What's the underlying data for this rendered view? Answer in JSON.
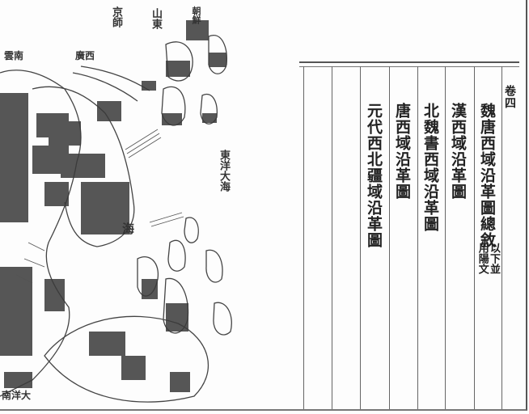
{
  "right_page": {
    "volume": "卷四",
    "entries": [
      {
        "title": "魏唐西域沿革圖總敘",
        "note": "以下並用陽文"
      },
      {
        "title": "漢西域沿革圖"
      },
      {
        "title": "北魏書西域沿革圖"
      },
      {
        "title": "唐西域沿革圖"
      },
      {
        "title": "元代西北疆域沿革圖"
      }
    ]
  },
  "map": {
    "labels": {
      "capital": "京師",
      "shandong": "山東",
      "korea": "朝鮮",
      "yunnan": "雲南",
      "guangxi": "廣西",
      "east_ocean": "東洋大海",
      "sea": "海",
      "south_ocean": "南洋大"
    }
  }
}
